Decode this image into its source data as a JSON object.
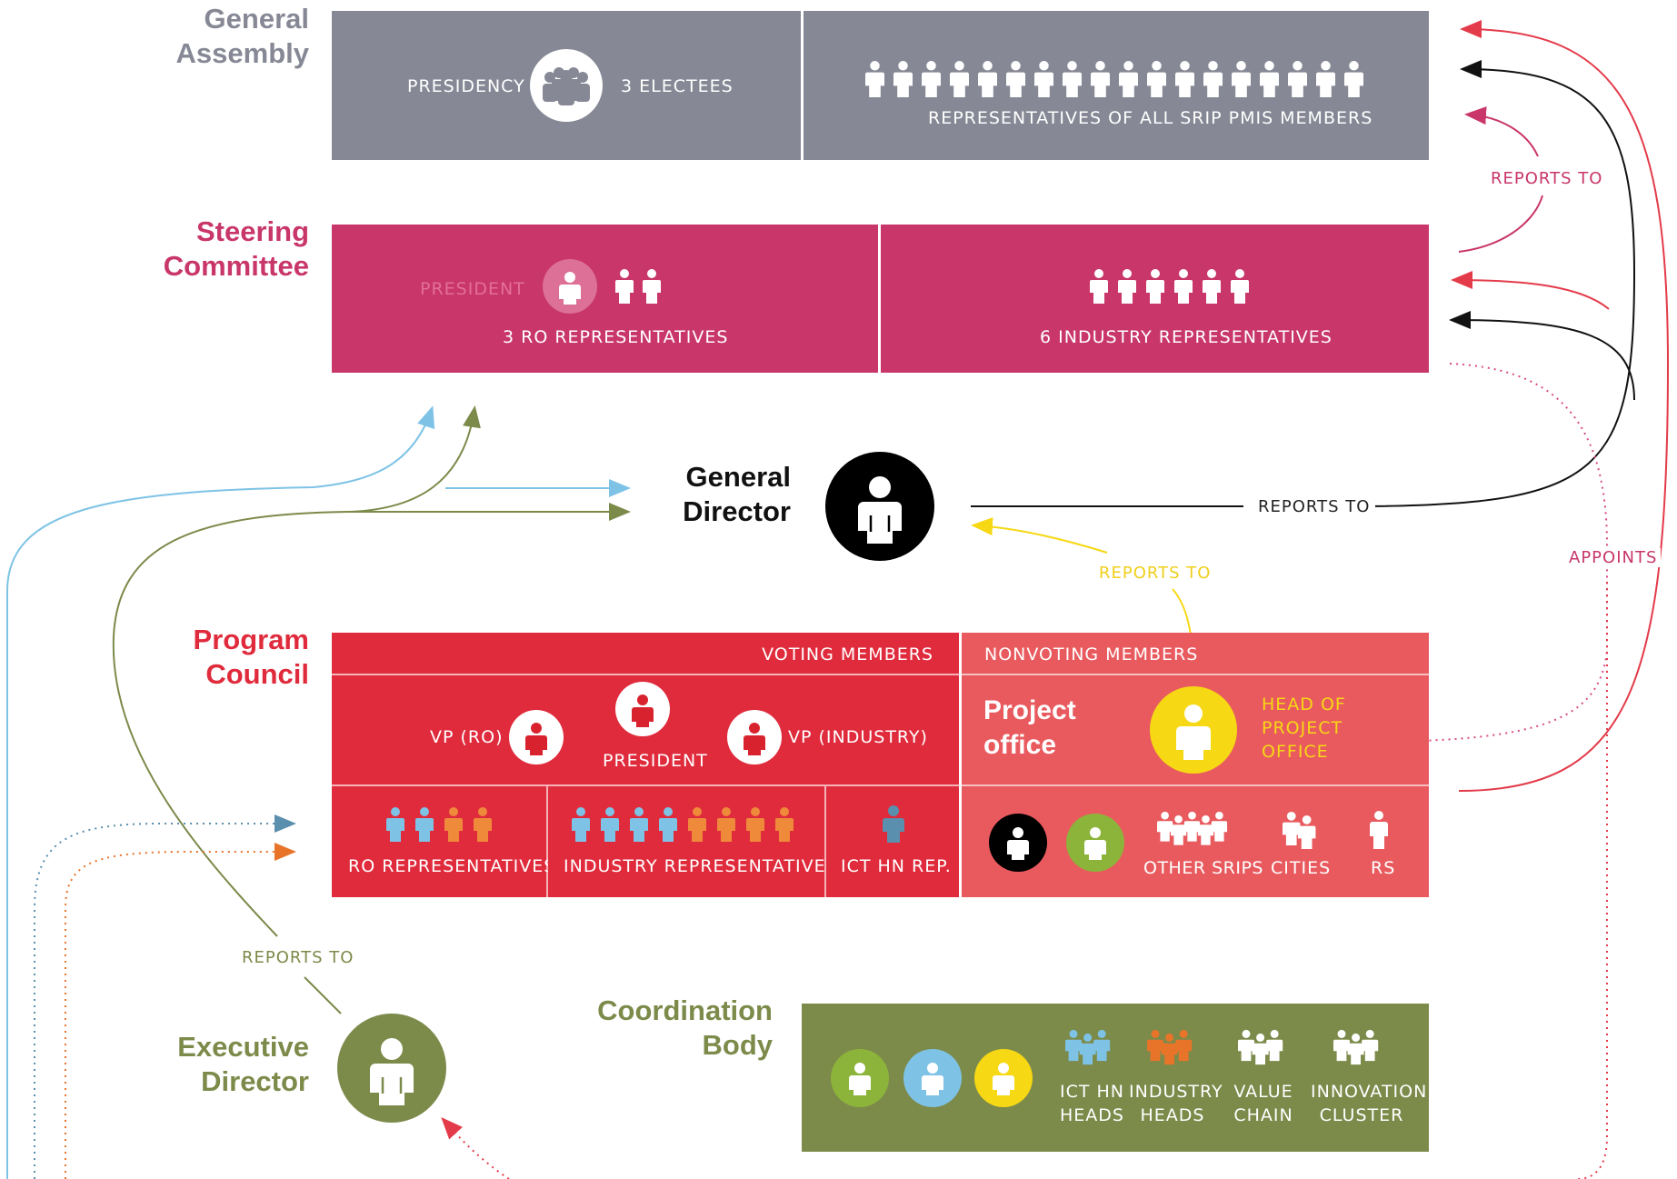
{
  "general_assembly": {
    "title_line1": "General",
    "title_line2": "Assembly",
    "presidency": "PRESIDENCY",
    "electees": "3 ELECTEES",
    "representatives": "REPRESENTATIVES OF ALL SRIP PMIS MEMBERS"
  },
  "steering_committee": {
    "title_line1": "Steering",
    "title_line2": "Committee",
    "president": "PRESIDENT",
    "ro_reps": "3 RO REPRESENTATIVES",
    "industry_reps": "6 INDUSTRY REPRESENTATIVES"
  },
  "general_director": {
    "title_line1": "General",
    "title_line2": "Director"
  },
  "program_council": {
    "title_line1": "Program",
    "title_line2": "Council",
    "voting_members": "VOTING MEMBERS",
    "nonvoting_members": "NONVOTING MEMBERS",
    "vp_ro": "VP (RO)",
    "president": "PRESIDENT",
    "vp_industry": "VP (INDUSTRY)",
    "project_office_line1": "Project",
    "project_office_line2": "office",
    "head_line1": "HEAD OF",
    "head_line2": "PROJECT",
    "head_line3": "OFFICE",
    "ro_reps": "RO REPRESENTATIVES",
    "industry_reps": "INDUSTRY REPRESENTATIVES",
    "ict_hn_rep": "ICT HN REP.",
    "other_srips": "OTHER SRIPs",
    "cities": "CITIES",
    "rs": "RS"
  },
  "executive_director": {
    "title_line1": "Executive",
    "title_line2": "Director"
  },
  "coordination_body": {
    "title_line1": "Coordination",
    "title_line2": "Body",
    "ict_hn_heads_1": "ICT HN",
    "ict_hn_heads_2": "HEADS",
    "industry_heads_1": "INDUSTRY",
    "industry_heads_2": "HEADS",
    "value_chain_1": "VALUE",
    "value_chain_2": "CHAIN",
    "innovation_cluster_1": "INNOVATION",
    "innovation_cluster_2": "CLUSTER"
  },
  "arrows": {
    "reports_to_sc": "REPORTS TO",
    "reports_to_gd": "REPORTS TO",
    "reports_to_po": "REPORTS TO",
    "reports_to_ed": "REPORTS TO",
    "appoints": "APPOINTS"
  },
  "colors": {
    "ga_gray": "#868995",
    "sc_magenta": "#c8366a",
    "pc_red": "#e02b3c",
    "pc_nonvoting": "#e85a5e",
    "cb_olive": "#7c8a4a",
    "ro_blue": "#7ec3e6",
    "industry_orange": "#ee8a3a",
    "ict_steel": "#5a8fae",
    "yellow": "#f6d815",
    "green": "#8db43a"
  },
  "icons": [
    "person-icon",
    "group-icon"
  ]
}
